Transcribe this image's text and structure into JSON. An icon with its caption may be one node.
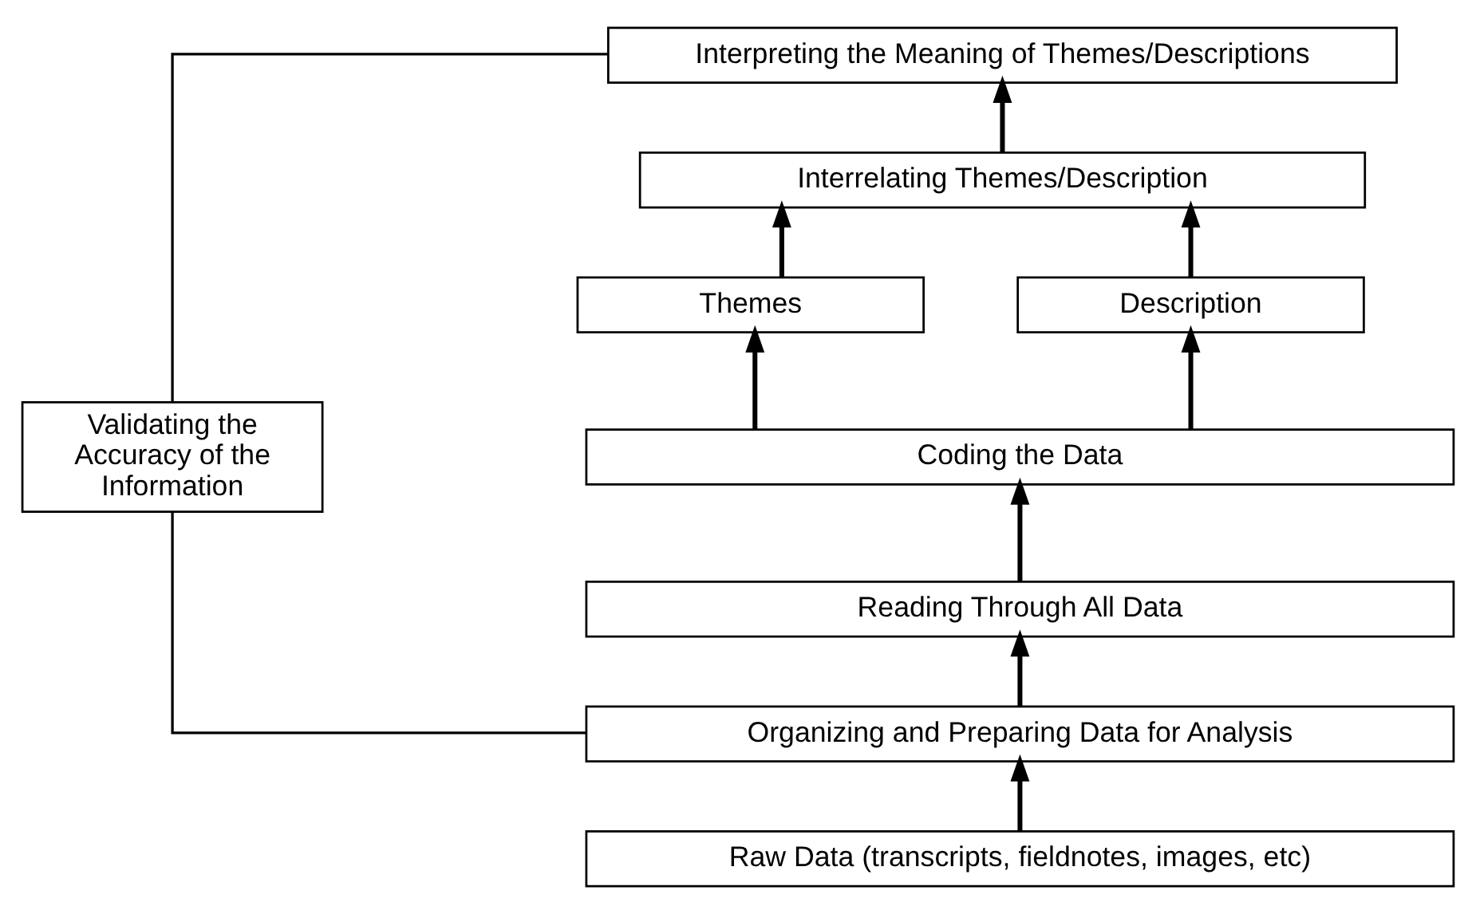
{
  "diagram": {
    "nodes": [
      {
        "text": [
          "Interpreting the Meaning of Themes/Descriptions"
        ]
      },
      {
        "text": [
          "Interrelating Themes/Description"
        ]
      },
      {
        "text": [
          "Themes"
        ]
      },
      {
        "text": [
          "Description"
        ]
      },
      {
        "text": [
          "Validating the Accuracy of the Information"
        ]
      },
      {
        "text": [
          "Coding the Data"
        ]
      },
      {
        "text": [
          "Reading Through All Data"
        ]
      },
      {
        "text": [
          "Organizing and Preparing Data for Analysis"
        ]
      },
      {
        "text": [
          "Raw Data (transcripts, fieldnotes, images, etc)"
        ]
      }
    ],
    "edges": [
      {
        "from": 8,
        "to": 7,
        "arrow": "to"
      },
      {
        "from": 7,
        "to": 6,
        "arrow": "to"
      },
      {
        "from": 6,
        "to": 5,
        "arrow": "to"
      },
      {
        "from": 5,
        "to": 2,
        "arrow": "to"
      },
      {
        "from": 5,
        "to": 3,
        "arrow": "to"
      },
      {
        "from": 2,
        "to": 1,
        "arrow": "to"
      },
      {
        "from": 3,
        "to": 1,
        "arrow": "to"
      },
      {
        "from": 1,
        "to": 0,
        "arrow": "to"
      },
      {
        "from": 4,
        "to": 0,
        "arrow": "none"
      },
      {
        "from": 4,
        "to": 7,
        "arrow": "none"
      }
    ]
  }
}
